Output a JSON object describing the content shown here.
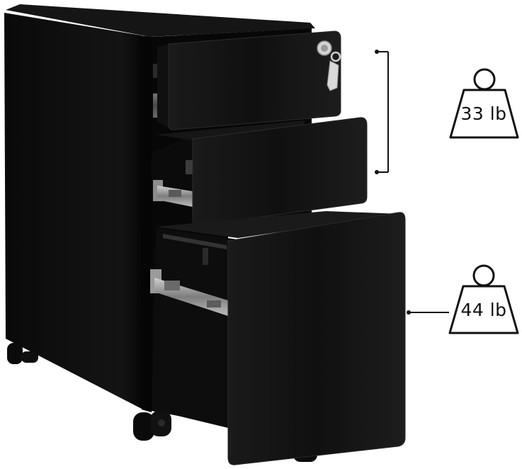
{
  "product": {
    "icon": "filing-cabinet-image",
    "color": "#0c0c0c"
  },
  "weights": [
    {
      "label": "33 lb",
      "icon": "weight-icon"
    },
    {
      "label": "44 lb",
      "icon": "weight-icon"
    }
  ]
}
